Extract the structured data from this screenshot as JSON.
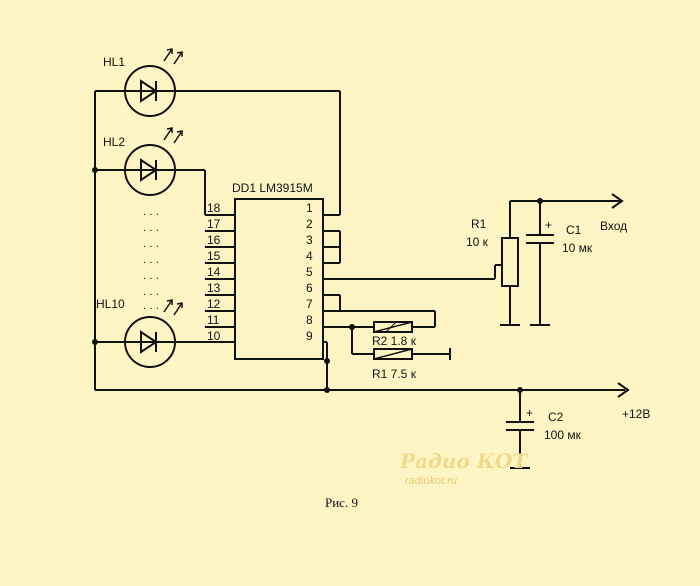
{
  "labels": {
    "hl1": "HL1",
    "hl2": "HL2",
    "hl10": "HL10",
    "ic": "DD1 LM3915M",
    "r1_top": "R1",
    "r1_top_value": "10 к",
    "c1": "C1",
    "c1_value": "10 мк",
    "input": "Вход",
    "r2_bottom": "R2 1.8 к",
    "r1_bottom": "R1 7.5 к",
    "c2": "C2",
    "c2_value": "100 мк",
    "power": "+12В",
    "caption": "Рис. 9",
    "plus_c1": "+",
    "plus_c2": "+"
  },
  "pins_left": [
    "18",
    "17",
    "16",
    "15",
    "14",
    "13",
    "12",
    "11",
    "10"
  ],
  "pins_right": [
    "1",
    "2",
    "3",
    "4",
    "5",
    "6",
    "7",
    "8",
    "9"
  ],
  "watermark": {
    "title": "Радио КОТ",
    "url": "radiokot.ru"
  }
}
